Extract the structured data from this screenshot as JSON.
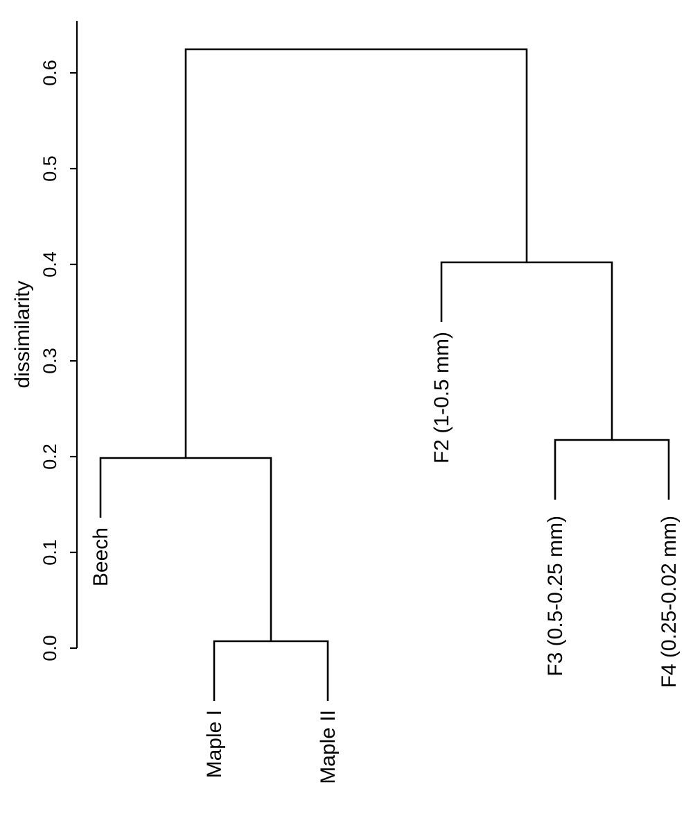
{
  "chart_data": {
    "type": "dendrogram",
    "title": "",
    "xlabel": "",
    "ylabel": "dissimilarity",
    "ylim": [
      0.0,
      0.65
    ],
    "yticks": [
      0.0,
      0.1,
      0.2,
      0.3,
      0.4,
      0.5,
      0.6
    ],
    "ytick_labels": [
      "0.0",
      "0.1",
      "0.2",
      "0.3",
      "0.4",
      "0.5",
      "0.6"
    ],
    "grid": false,
    "leaves": [
      "Beech",
      "Maple I",
      "Maple II",
      "F2 (1-0.5 mm)",
      "F3 (0.5-0.25 mm)",
      "F4 (0.25-0.02 mm)"
    ],
    "merges": [
      {
        "left": "Maple I",
        "right": "Maple II",
        "height": 0.007
      },
      {
        "left": "F3 (0.5-0.25 mm)",
        "right": "F4 (0.25-0.02 mm)",
        "height": 0.217
      },
      {
        "left": "Beech",
        "right": "[Maple I, Maple II]",
        "height": 0.198
      },
      {
        "left": "F2 (1-0.5 mm)",
        "right": "[F3, F4]",
        "height": 0.402
      },
      {
        "left": "[Beech, Maple I, Maple II]",
        "right": "[F2, F3, F4]",
        "height": 0.624
      }
    ]
  },
  "axis": {
    "title": "dissimilarity",
    "ticks": [
      "0.0",
      "0.1",
      "0.2",
      "0.3",
      "0.4",
      "0.5",
      "0.6"
    ]
  },
  "labels": {
    "beech": "Beech",
    "maple1": "Maple I",
    "maple2": "Maple II",
    "f2": "F2 (1-0.5 mm)",
    "f3": "F3 (0.5-0.25 mm)",
    "f4": "F4 (0.25-0.02 mm)"
  },
  "colors": {
    "line": "#000000",
    "background": "#ffffff"
  }
}
